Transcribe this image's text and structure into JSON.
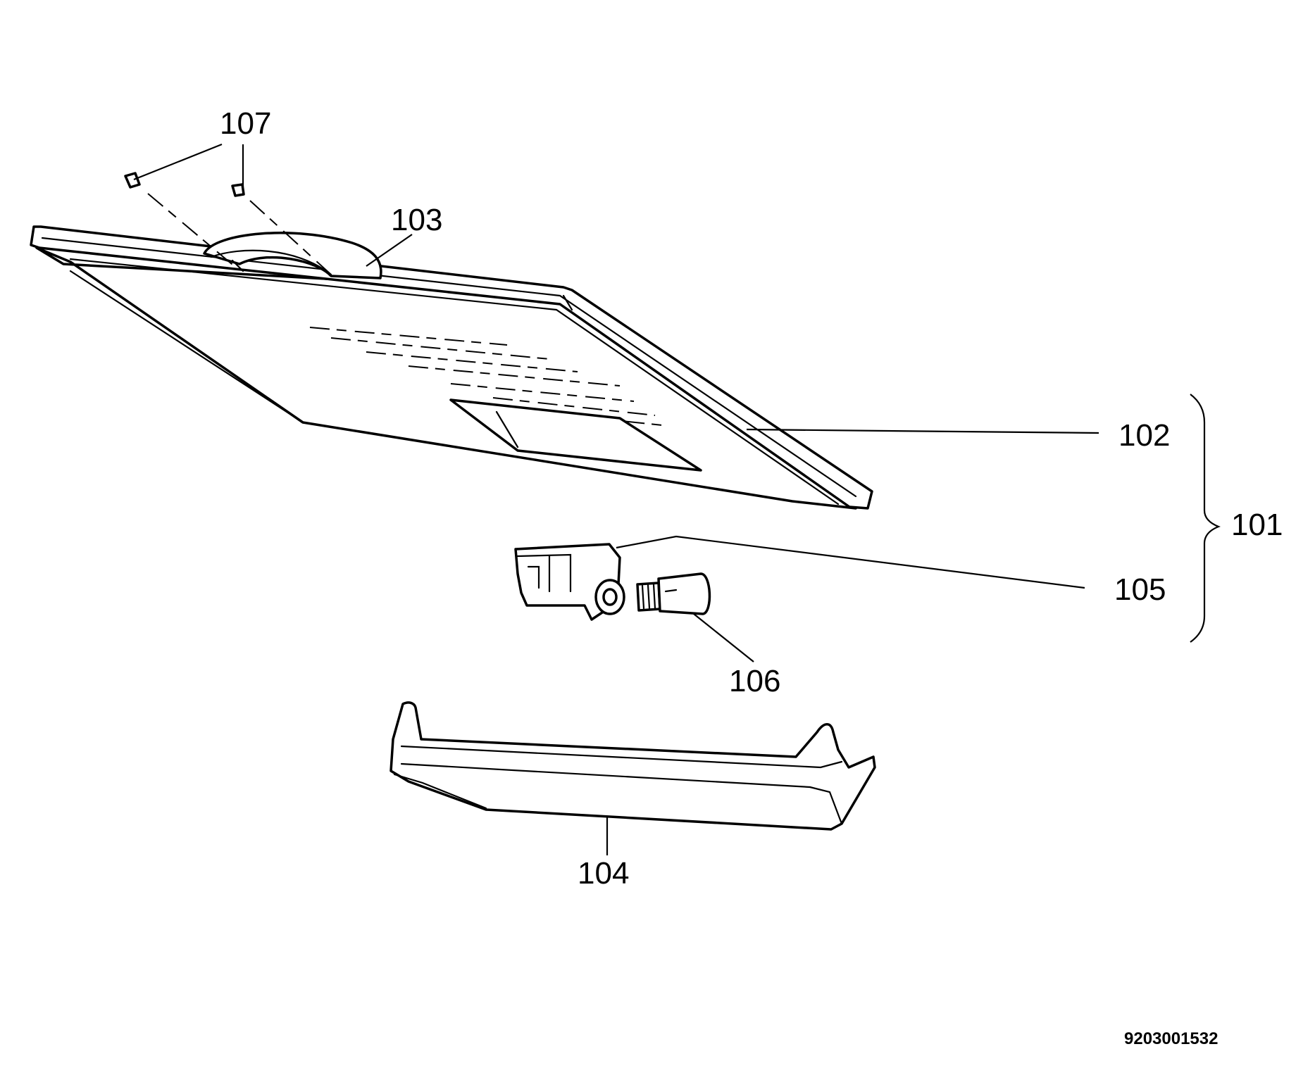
{
  "callouts": {
    "c101": "101",
    "c102": "102",
    "c103": "103",
    "c104": "104",
    "c105": "105",
    "c106": "106",
    "c107": "107"
  },
  "document_number": "9203001532"
}
